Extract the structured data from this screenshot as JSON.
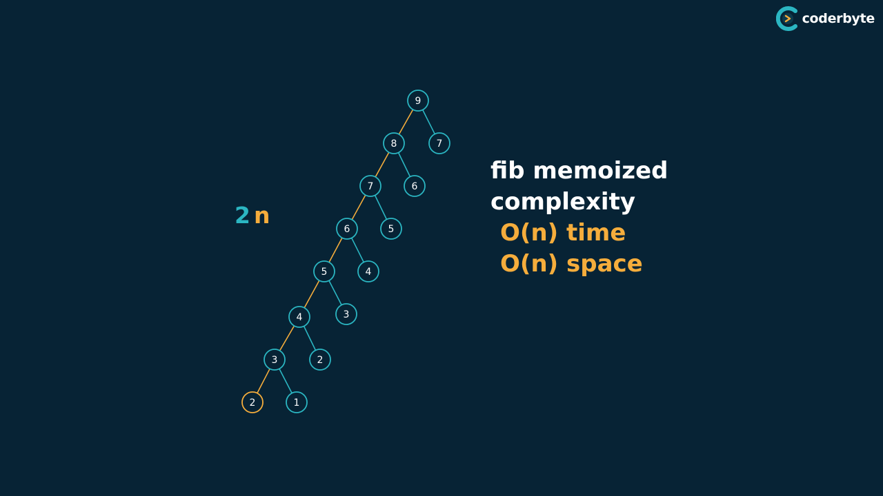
{
  "brand": {
    "name": "coderbyte",
    "logo_icon": "coderbyte-c-logo-icon",
    "colors": {
      "teal": "#2bb6c2",
      "orange": "#f5ad3c",
      "background": "#072335"
    }
  },
  "count_label": {
    "number": "2",
    "variable": "n"
  },
  "complexity": {
    "title_line1": "fib memoized",
    "title_line2": "complexity",
    "time": "O(n) time",
    "space": "O(n) space"
  },
  "tree": {
    "nodes": [
      {
        "id": "n9",
        "label": "9",
        "parent": null,
        "highlight": false
      },
      {
        "id": "n8",
        "label": "8",
        "parent": "n9",
        "highlight": false
      },
      {
        "id": "n7r",
        "label": "7",
        "parent": "n9",
        "highlight": false
      },
      {
        "id": "n7",
        "label": "7",
        "parent": "n8",
        "highlight": false
      },
      {
        "id": "n6r",
        "label": "6",
        "parent": "n8",
        "highlight": false
      },
      {
        "id": "n6",
        "label": "6",
        "parent": "n7",
        "highlight": false
      },
      {
        "id": "n5r",
        "label": "5",
        "parent": "n7",
        "highlight": false
      },
      {
        "id": "n5",
        "label": "5",
        "parent": "n6",
        "highlight": false
      },
      {
        "id": "n4r",
        "label": "4",
        "parent": "n6",
        "highlight": false
      },
      {
        "id": "n4",
        "label": "4",
        "parent": "n5",
        "highlight": false
      },
      {
        "id": "n3r",
        "label": "3",
        "parent": "n5",
        "highlight": false
      },
      {
        "id": "n3",
        "label": "3",
        "parent": "n4",
        "highlight": false
      },
      {
        "id": "n2r",
        "label": "2",
        "parent": "n4",
        "highlight": false
      },
      {
        "id": "n2",
        "label": "2",
        "parent": "n3",
        "highlight": true
      },
      {
        "id": "n1",
        "label": "1",
        "parent": "n3",
        "highlight": false
      }
    ],
    "highlighted_path": [
      "n9",
      "n8",
      "n7",
      "n6",
      "n5",
      "n4",
      "n3",
      "n2"
    ]
  }
}
